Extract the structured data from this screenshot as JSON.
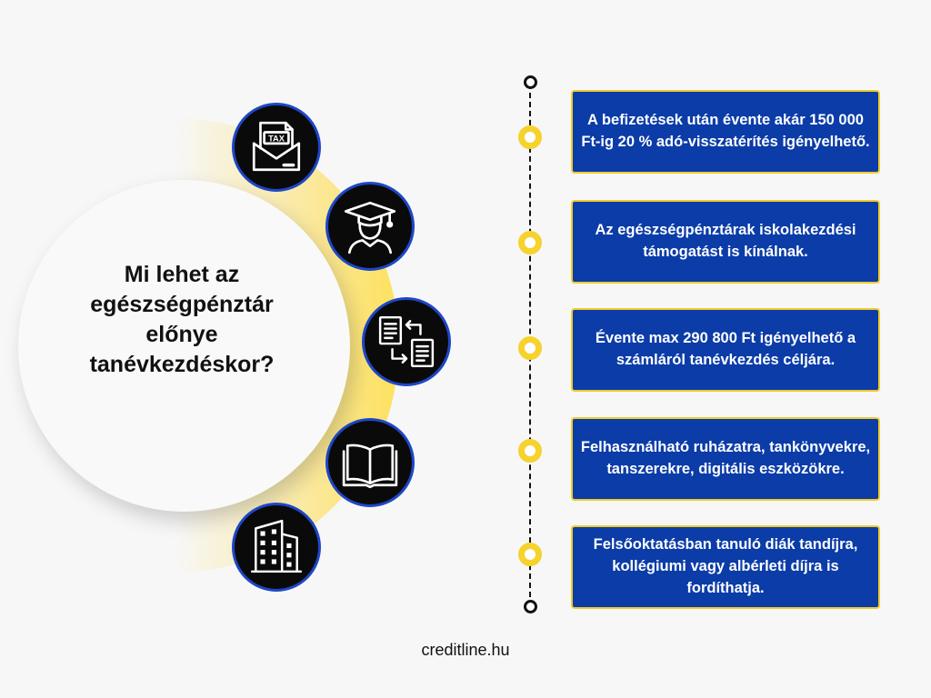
{
  "title": "Mi lehet az egészségpénztár előnye tanévkezdéskor?",
  "icons": [
    "tax-envelope-icon",
    "graduate-icon",
    "document-exchange-icon",
    "open-book-icon",
    "apartment-building-icon"
  ],
  "cards": [
    "A befizetések után évente akár 150 000 Ft-ig 20 % adó-visszatérítés igényelhető.",
    "Az egészségpénztárak iskolakezdési támogatást is kínálnak.",
    "Évente max 290 800 Ft igényelhető a számláról tanévkezdés céljára.",
    "Felhasználható ruházatra, tankönyvekre, tanszerekre, digitális eszközökre.",
    "Felsőoktatásban tanuló diák tandíjra, kollégiumi vagy albérleti díjra is fordíthatja."
  ],
  "tax_label": "TAX",
  "footer": "creditline.hu",
  "colors": {
    "accent_blue": "#0b3ca8",
    "accent_yellow": "#f6d22d",
    "icon_ring": "#1d47c8"
  }
}
